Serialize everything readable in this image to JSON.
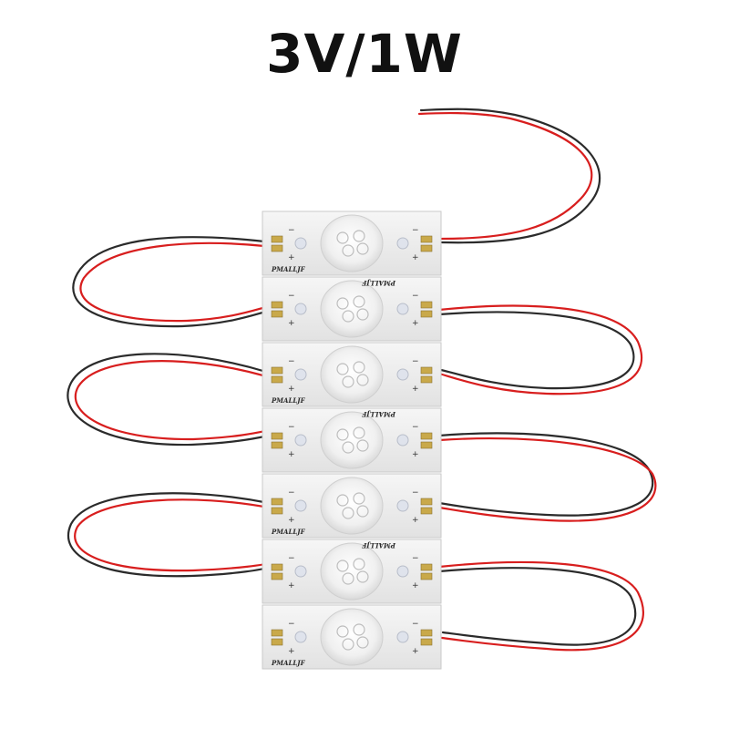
{
  "header": {
    "title": "3V/1W"
  },
  "product": {
    "strip_label": "PMALLJF",
    "strip_count": 7,
    "colors": {
      "board": "#ececec",
      "lens": "#f4f4f4",
      "wire_red": "#d81e1e",
      "wire_black": "#2b2b2b"
    }
  }
}
